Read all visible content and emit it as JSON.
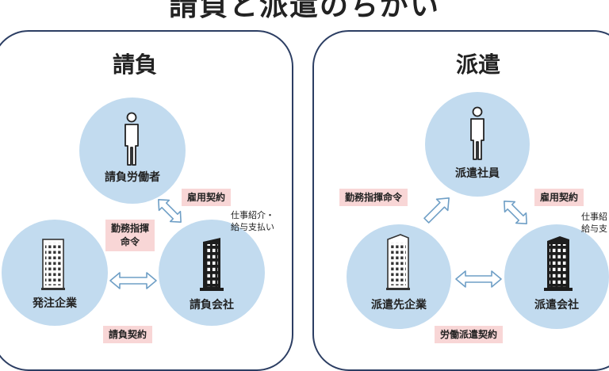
{
  "title": "請負と派遣のちがい",
  "left": {
    "heading": "請負",
    "worker_label": "請負労働者",
    "orderer_label": "発注企業",
    "contractor_label": "請負会社",
    "tag_employment": "雇用契約",
    "tag_command": "勤務指揮\n命令",
    "tag_contract": "請負契約",
    "note": "仕事紹介・\n給与支払い"
  },
  "right": {
    "heading": "派遣",
    "worker_label": "派遣社員",
    "client_label": "派遣先企業",
    "agency_label": "派遣会社",
    "tag_command": "勤務指揮命令",
    "tag_employment": "雇用契約",
    "tag_contract": "労働派遣契約",
    "note": "仕事紹\n給与支"
  },
  "icons": {
    "person": "person-icon",
    "building_light": "office-building-icon",
    "building_dark": "dark-building-icon"
  },
  "colors": {
    "circle": "#c2dbef",
    "tag": "#f8d6d6",
    "border": "#2c3e63",
    "arrow": "#6f9fc6"
  }
}
